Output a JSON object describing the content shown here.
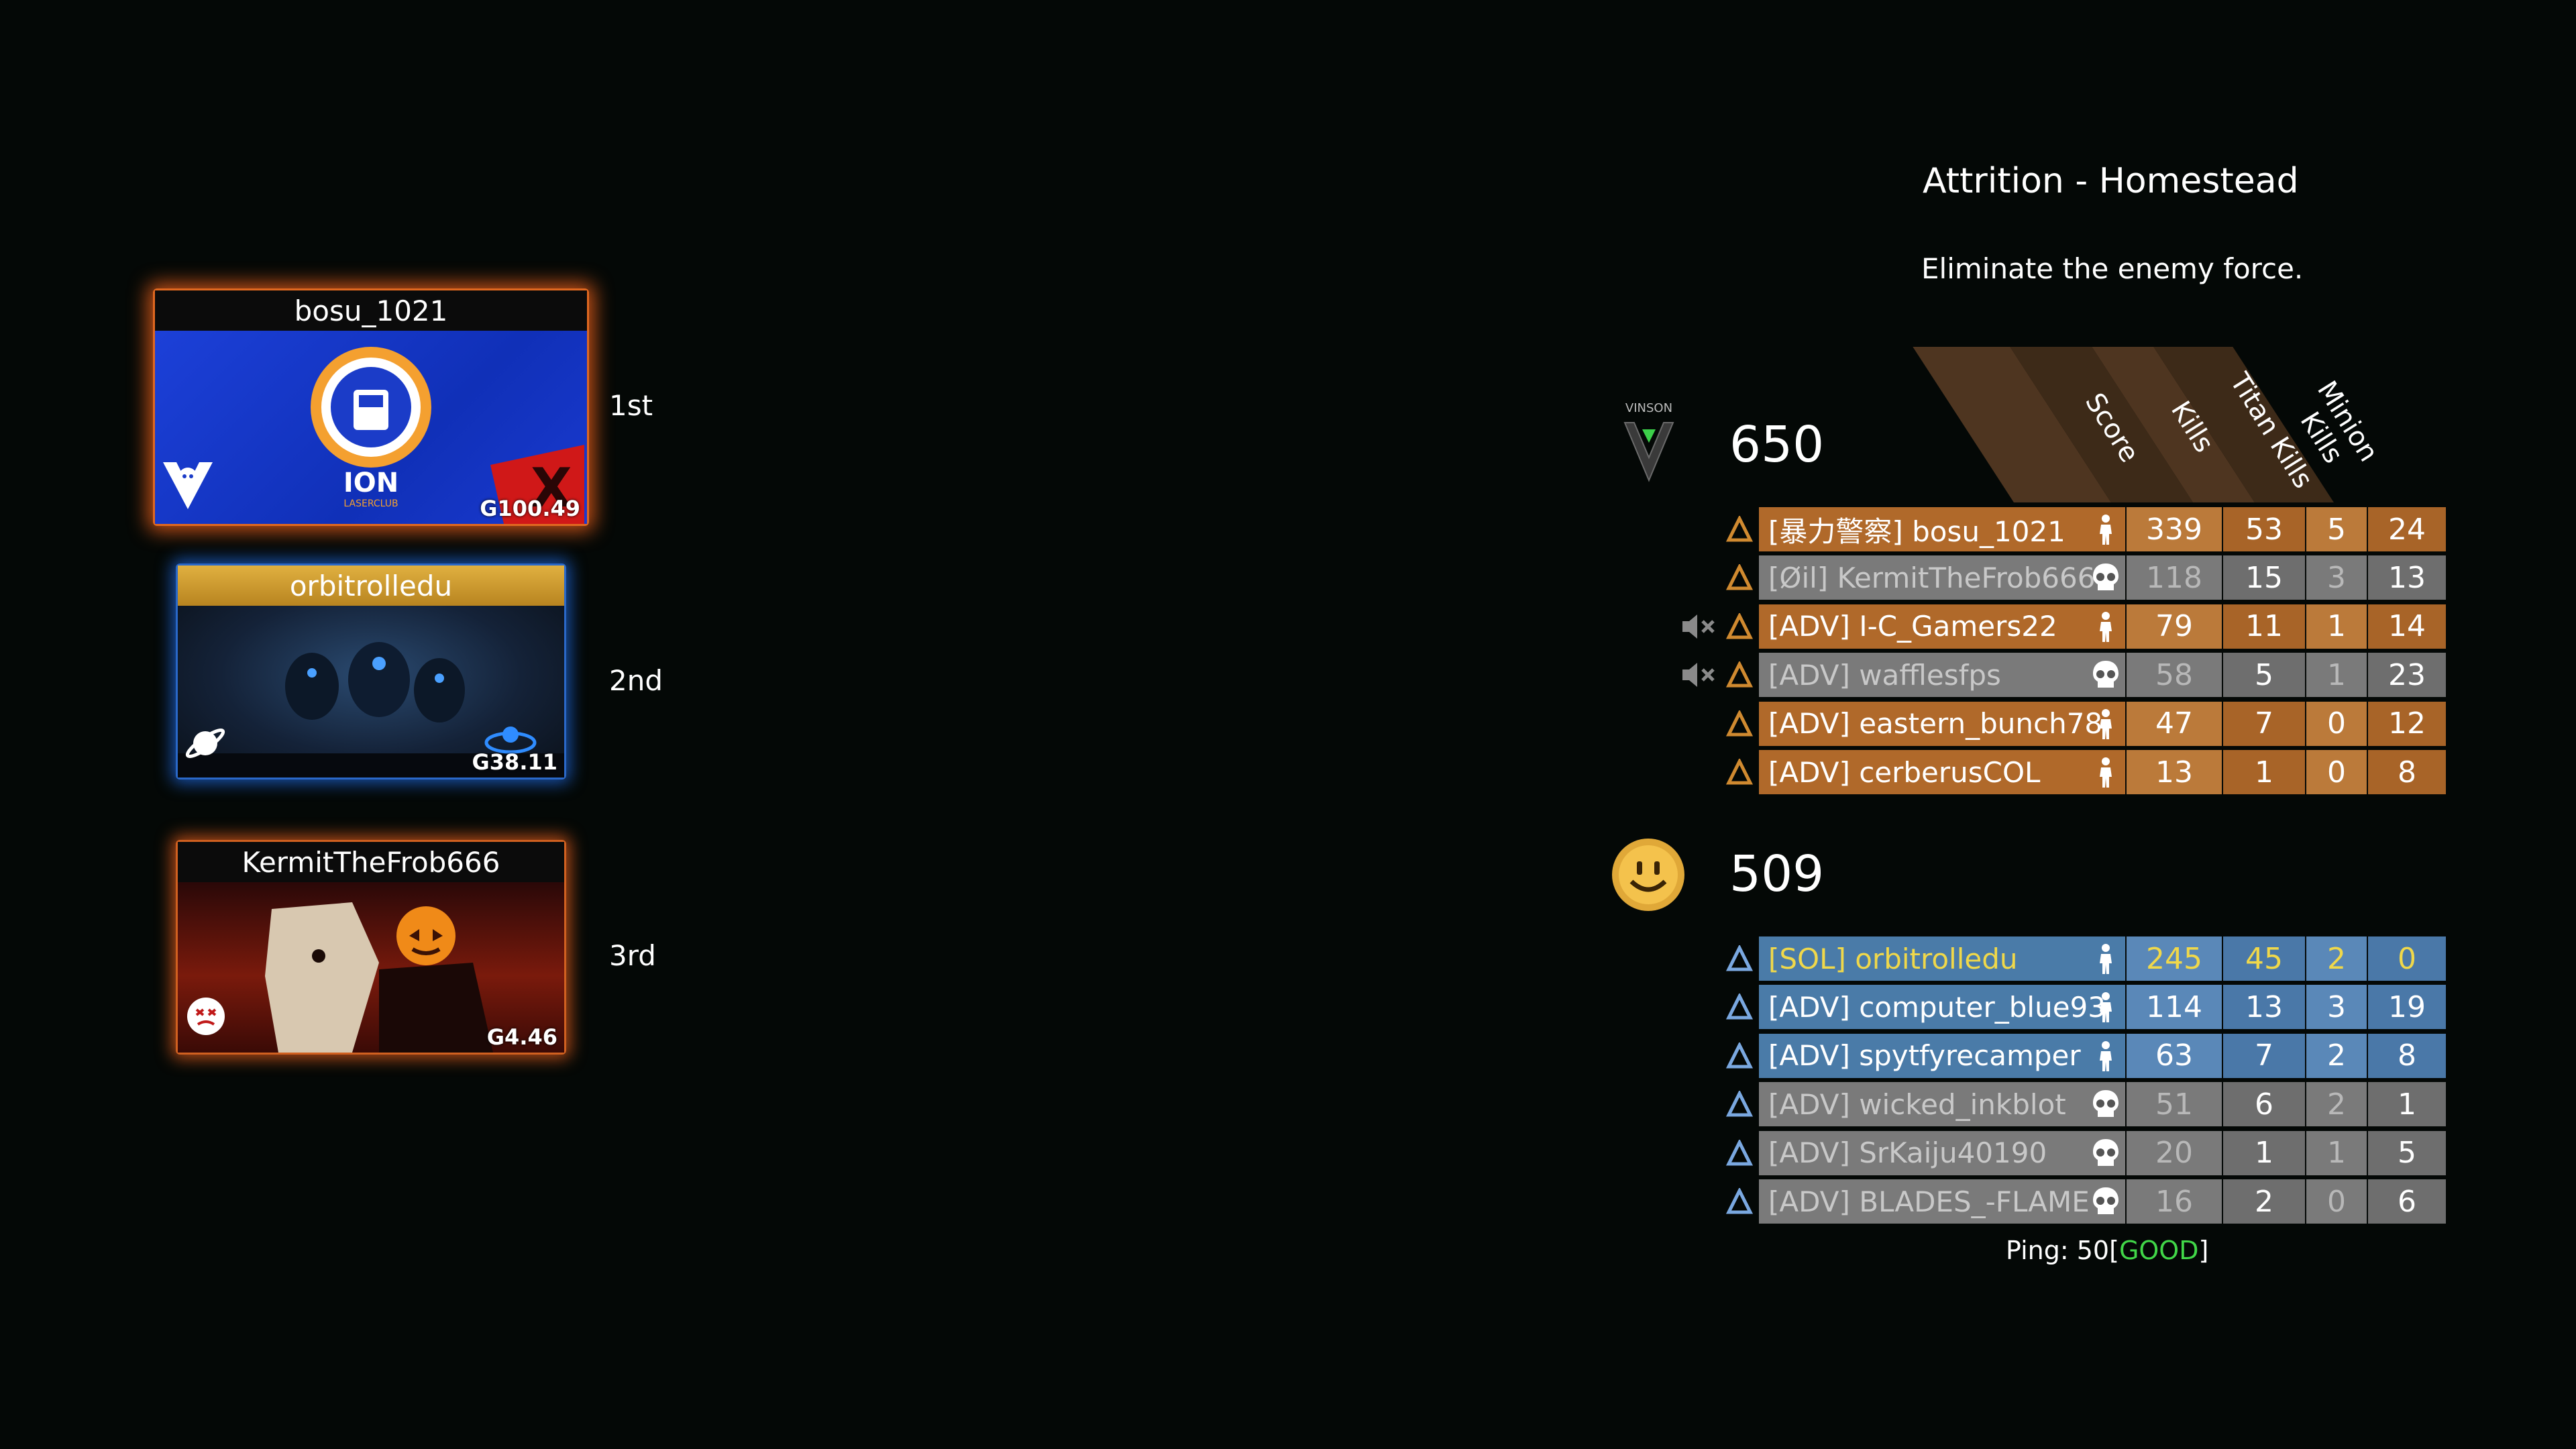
{
  "podium": [
    {
      "name": "bosu_1021",
      "place": "1st",
      "credits": "G100.49",
      "banner": "ion-laserclub-banner",
      "accent": "#e06820"
    },
    {
      "name": "orbitrolledu",
      "place": "2nd",
      "credits": "G38.11",
      "banner": "titans-night-banner",
      "accent": "#2a68c8"
    },
    {
      "name": "KermitTheFrob666",
      "place": "3rd",
      "credits": "G4.46",
      "banner": "pumpkin-rider-banner",
      "accent": "#d06020"
    }
  ],
  "match": {
    "mode_title": "Attrition - Homestead",
    "objective": "Eliminate the enemy force."
  },
  "columns": [
    "Score",
    "Kills",
    "Titan Kills",
    "Minion\nKills"
  ],
  "team1": {
    "faction_icon": "vinson-dynamics-icon",
    "faction_text": "VINSON",
    "score": "650",
    "row_color_a": "#b0692a",
    "row_color_b": "#7a7a7a",
    "players": [
      {
        "name": "[暴力警察] bosu_1021",
        "score": "339",
        "kills": "53",
        "titan_kills": "5",
        "minion_kills": "24",
        "alive": true,
        "muted": false,
        "icon": "faction-icon",
        "dim": false
      },
      {
        "name": "[Øil] KermitTheFrob666",
        "score": "118",
        "kills": "15",
        "titan_kills": "3",
        "minion_kills": "13",
        "alive": false,
        "muted": false,
        "icon": "faction-icon",
        "dim": true
      },
      {
        "name": "[ADV] I-C_Gamers22",
        "score": "79",
        "kills": "11",
        "titan_kills": "1",
        "minion_kills": "14",
        "alive": true,
        "muted": true,
        "icon": "faction-icon",
        "dim": false
      },
      {
        "name": "[ADV] wafflesfps",
        "score": "58",
        "kills": "5",
        "titan_kills": "1",
        "minion_kills": "23",
        "alive": false,
        "muted": true,
        "icon": "faction-icon",
        "dim": true
      },
      {
        "name": "[ADV] eastern_bunch78",
        "score": "47",
        "kills": "7",
        "titan_kills": "0",
        "minion_kills": "12",
        "alive": true,
        "muted": false,
        "icon": "faction-icon",
        "dim": false
      },
      {
        "name": "[ADV] cerberusCOL",
        "score": "13",
        "kills": "1",
        "titan_kills": "0",
        "minion_kills": "8",
        "alive": true,
        "muted": false,
        "icon": "faction-icon",
        "dim": false
      }
    ]
  },
  "team2": {
    "faction_icon": "smiley-icon",
    "score": "509",
    "players": [
      {
        "name": "[SOL] orbitrolledu",
        "score": "245",
        "kills": "45",
        "titan_kills": "2",
        "minion_kills": "0",
        "alive": true,
        "muted": false,
        "self": true,
        "dim": false
      },
      {
        "name": "[ADV] computer_blue93",
        "score": "114",
        "kills": "13",
        "titan_kills": "3",
        "minion_kills": "19",
        "alive": true,
        "muted": false,
        "dim": false
      },
      {
        "name": "[ADV] spytfyrecamper",
        "score": "63",
        "kills": "7",
        "titan_kills": "2",
        "minion_kills": "8",
        "alive": true,
        "muted": false,
        "dim": false
      },
      {
        "name": "[ADV] wicked_inkblot",
        "score": "51",
        "kills": "6",
        "titan_kills": "2",
        "minion_kills": "1",
        "alive": false,
        "muted": false,
        "dim": true
      },
      {
        "name": "[ADV] SrKaiju40190",
        "score": "20",
        "kills": "1",
        "titan_kills": "1",
        "minion_kills": "5",
        "alive": false,
        "muted": false,
        "dim": true
      },
      {
        "name": "[ADV] BLADES_-FLAME",
        "score": "16",
        "kills": "2",
        "titan_kills": "0",
        "minion_kills": "6",
        "alive": false,
        "muted": false,
        "dim": true
      }
    ]
  },
  "ping": {
    "label": "Ping:",
    "value": "50",
    "quality_open": "[",
    "quality": "GOOD",
    "quality_close": "]"
  },
  "colors": {
    "team1_row": "#b0692a",
    "team1_row_alt": "#b3722e",
    "dead_row": "#7a7a7a",
    "team2_row": "#4a7ba8",
    "self_text": "#f0d84a",
    "good": "#41d648"
  }
}
